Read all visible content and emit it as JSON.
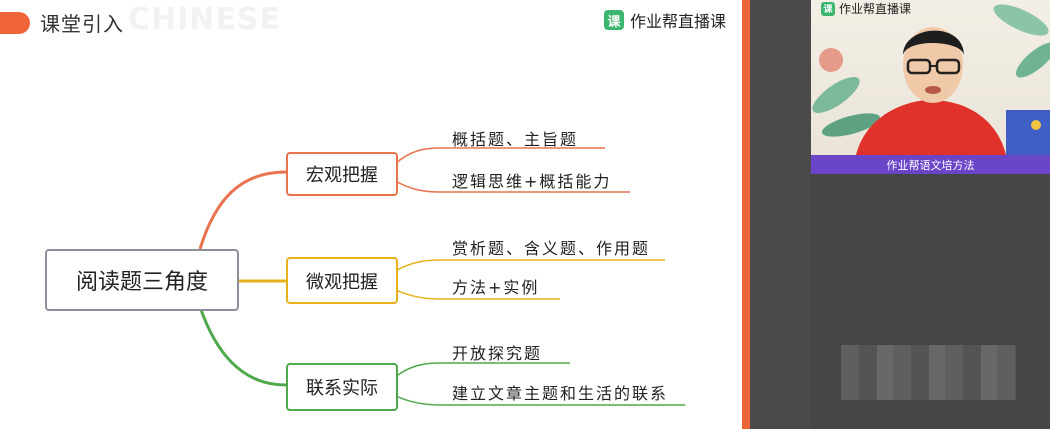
{
  "slide": {
    "section_title": "课堂引入",
    "watermark": "CHINESE",
    "brand": {
      "icon_glyph": "课",
      "name": "作业帮直播课"
    }
  },
  "mindmap": {
    "root": "阅读题三角度",
    "branches": [
      {
        "label": "宏观把握",
        "color": "#e8734f",
        "leaves": [
          "概括题、主旨题",
          "逻辑思维+概括能力"
        ]
      },
      {
        "label": "微观把握",
        "color": "#e7b11a",
        "leaves": [
          "赏析题、含义题、作用题",
          "方法+实例"
        ]
      },
      {
        "label": "联系实际",
        "color": "#4fa84a",
        "leaves": [
          "开放探究题",
          "建立文章主题和生活的联系"
        ]
      }
    ]
  },
  "video": {
    "brand": {
      "icon_glyph": "课",
      "name": "作业帮直播课"
    },
    "caption": "作业帮语文培方法"
  }
}
